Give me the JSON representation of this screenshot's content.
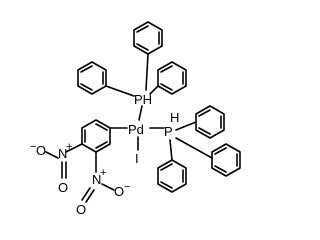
{
  "labels": {
    "pd": "Pd",
    "i": "I",
    "ph_top": "PH",
    "ph_right_h": "H",
    "ph_right_p": "P",
    "nitro1_o_left": "O",
    "nitro1_n": "N",
    "nitro1_o_plus": "+",
    "nitro1_o_minus": "−",
    "nitro2_n": "N",
    "nitro2_o_bottom": "O",
    "nitro2_plus": "+",
    "nitro2_o_minus": "−"
  }
}
